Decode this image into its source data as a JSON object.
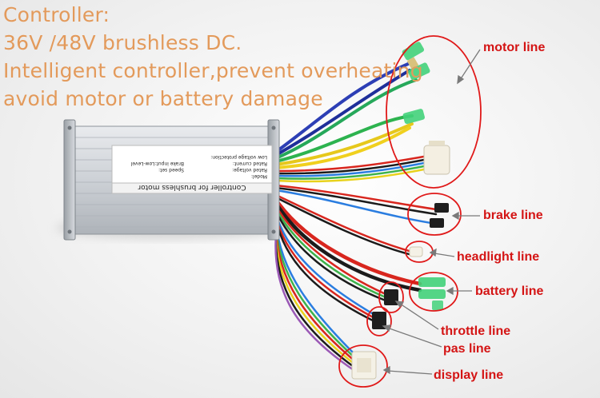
{
  "caption": {
    "line1": "Controller:",
    "line2": "36V /48V brushless DC.",
    "line3": "Intelligent controller,prevent overheating",
    "line4": "avoid motor or battery damage"
  },
  "callouts": {
    "motor": "motor line",
    "brake": "brake line",
    "headlight": "headlight line",
    "battery": "battery line",
    "throttle": "throttle line",
    "pas": "pas line",
    "display": "display line"
  },
  "sticker": {
    "title": "Controller for brushless motor",
    "rows": [
      "Model:",
      "Rated voltage:",
      "Rated current:",
      "Low voltage protection:",
      "Speed set:",
      "Brake input:Low-Level"
    ]
  },
  "colors": {
    "caption": "#e39a5b",
    "callout": "#d41414",
    "housing": "#c8ccd1"
  }
}
